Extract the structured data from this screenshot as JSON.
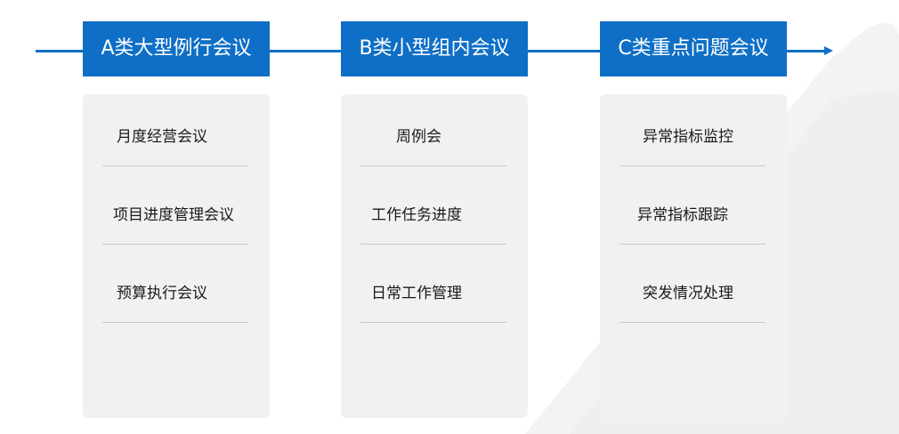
{
  "colors": {
    "accent": "#0f6fc6",
    "card_bg": "#f1f1f1",
    "divider": "#c9c9c9",
    "background_shape": "#f3f3f3"
  },
  "columns": [
    {
      "title": "A类大型例行会议",
      "items": [
        "月度经营会议",
        "项目进度管理会议",
        "预算执行会议"
      ]
    },
    {
      "title": "B类小型组内会议",
      "items": [
        "周例会",
        "工作任务进度",
        "日常工作管理"
      ]
    },
    {
      "title": "C类重点问题会议",
      "items": [
        "异常指标监控",
        "异常指标跟踪",
        "突发情况处理"
      ]
    }
  ]
}
